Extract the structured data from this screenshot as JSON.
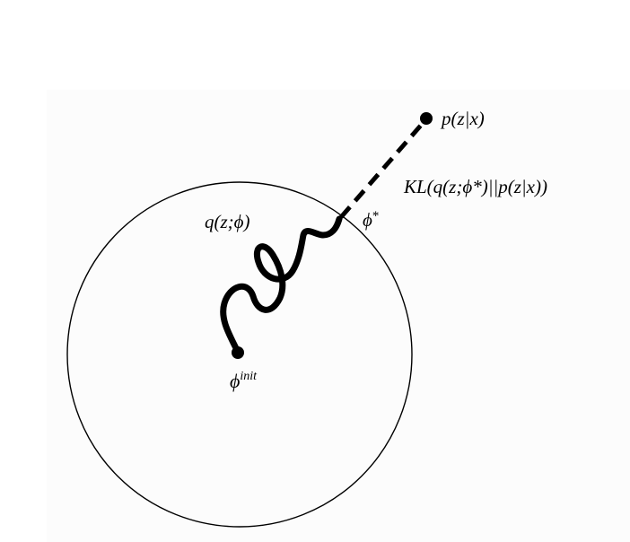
{
  "labels": {
    "posterior": "p(z|x)",
    "kl_divergence": "KL(q(z;ϕ*)||p(z|x))",
    "variational_family": "q(z;ϕ)",
    "optimal_param_base": "ϕ",
    "optimal_param_mark": "*",
    "init_param_base": "ϕ",
    "init_param_sup": "init"
  },
  "colors": {
    "background": "#ffffff",
    "panel": "#fcfcfc",
    "ink": "#000000"
  }
}
